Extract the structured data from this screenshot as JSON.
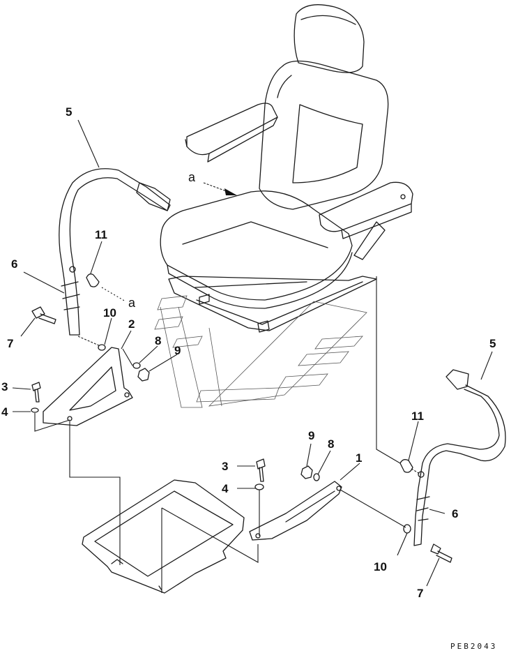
{
  "diagram": {
    "callouts": {
      "c1": "1",
      "c2": "2",
      "c3a": "3",
      "c3b": "3",
      "c4a": "4",
      "c4b": "4",
      "c5a": "5",
      "c5b": "5",
      "c6a": "6",
      "c6b": "6",
      "c7a": "7",
      "c7b": "7",
      "c8a": "8",
      "c8b": "8",
      "c9a": "9",
      "c9b": "9",
      "c10a": "10",
      "c10b": "10",
      "c11a": "11",
      "c11b": "11"
    },
    "reference_marks": {
      "a_top": "a",
      "a_left": "a"
    },
    "drawing_code": "PEB2043"
  }
}
